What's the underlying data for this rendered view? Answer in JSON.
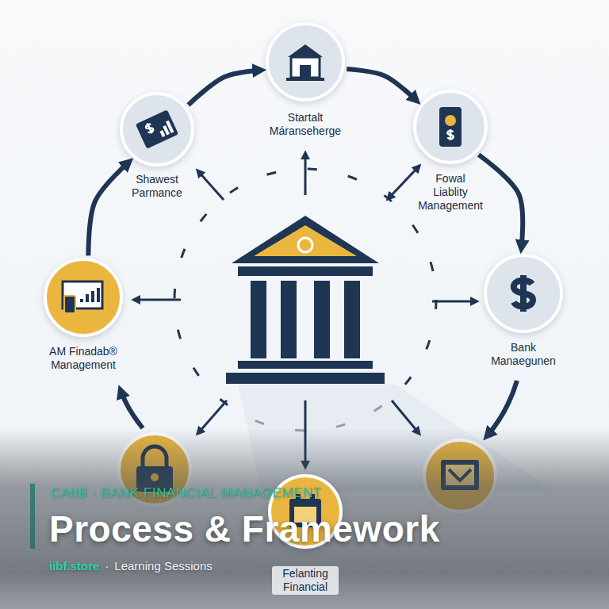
{
  "diagram": {
    "nodes": [
      {
        "text": [
          "Startalt Máranseherge"
        ]
      },
      {
        "text": [
          "Shawest Parmance"
        ]
      },
      {
        "text": [
          "Fowal Liablity Management"
        ]
      },
      {
        "text": [
          "AM Finadab® Management"
        ]
      },
      {
        "text": [
          "Bank Manaegunen"
        ]
      },
      {
        "text": [
          "Felanting Financial"
        ]
      }
    ],
    "edges": [
      {
        "from": 1,
        "to": 0,
        "arrow": "to"
      },
      {
        "from": 0,
        "to": 2,
        "arrow": "to"
      },
      {
        "from": 2,
        "to": 4,
        "arrow": "to"
      },
      {
        "from": 3,
        "to": 1,
        "arrow": "to"
      }
    ],
    "labels": [
      "CAIIB · BANK FINANCIAL MANAGEMENT",
      "Process & Framework",
      "iibf.store",
      "·",
      "Learning Sessions"
    ]
  }
}
